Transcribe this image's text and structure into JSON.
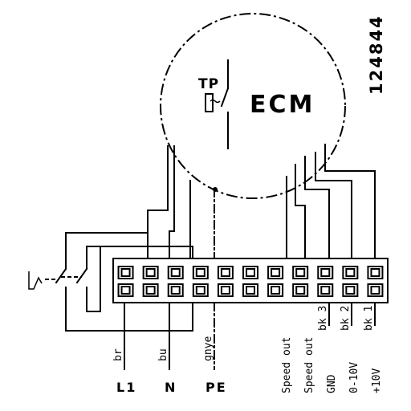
{
  "motor_label": "ECM",
  "thermal_protector_label": "TP",
  "part_number": "124844",
  "wire_colors": {
    "l1": "br",
    "n": "bu",
    "pe": "gnye",
    "ch3": "bk 3",
    "ch2": "bk 2",
    "ch1": "bk 1"
  },
  "supply_labels": {
    "l1": "L1",
    "n": "N",
    "pe": "PE"
  },
  "signal_labels": {
    "speed_out_1": "Speed out",
    "speed_out_2": "Speed out",
    "gnd": "GND",
    "analog_in": "0-10V",
    "supply_out": "+10V"
  },
  "terminal_count": 11,
  "colors": {
    "line": "#000000",
    "background": "#ffffff"
  }
}
